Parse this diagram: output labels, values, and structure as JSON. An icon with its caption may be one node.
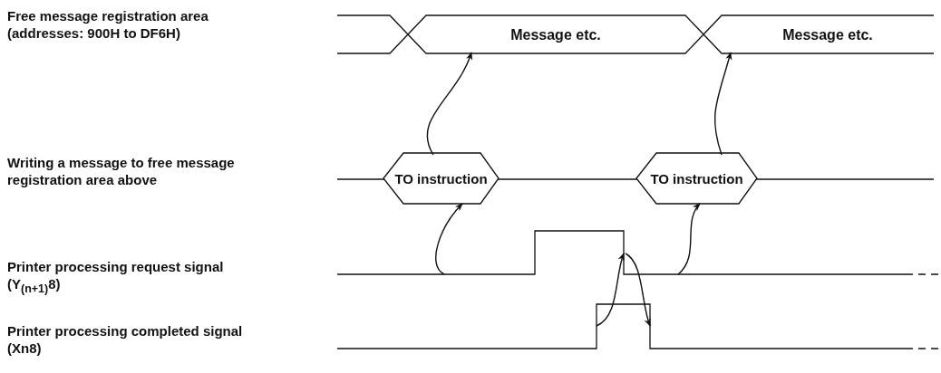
{
  "diagram": {
    "nodes": [
      {
        "text": [
          "Message etc."
        ]
      },
      {
        "text": [
          "Message etc."
        ]
      },
      {
        "text": [
          "TO instruction"
        ]
      },
      {
        "text": [
          "TO instruction"
        ]
      },
      {
        "text": [],
        "shape": "line"
      },
      {
        "text": [],
        "shape": "line"
      }
    ],
    "edges": [
      {
        "from": 2,
        "to": 0,
        "arrow": "to"
      },
      {
        "from": 3,
        "to": 1,
        "arrow": "to"
      },
      {
        "from": 4,
        "to": 2,
        "arrow": "to"
      },
      {
        "from": 5,
        "to": 4,
        "arrow": "to"
      },
      {
        "from": 4,
        "to": 5,
        "arrow": "to"
      },
      {
        "from": 4,
        "to": 3,
        "arrow": "to"
      }
    ],
    "labels": [
      "Free message registration area (addresses: 900H to DF6H)",
      "Writing a message to free message registration area above",
      "Printer processing request signal (Y$_{(n+1)}$8)",
      "Printer processing completed signal (Xn8)"
    ]
  }
}
